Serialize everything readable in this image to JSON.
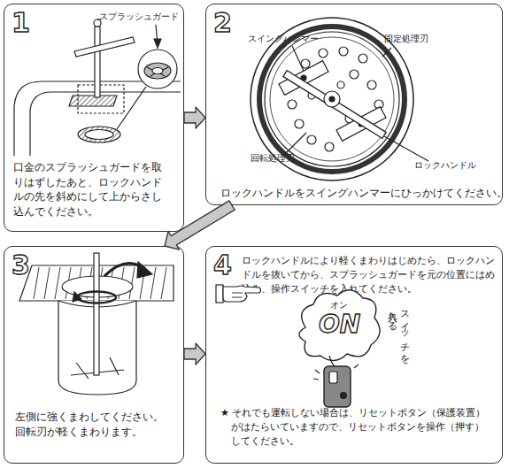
{
  "diagram": {
    "nodes": [
      {
        "text": [
          "1",
          "口金のスプラッシュガードを取 りはずしたあと、ロックハンド ルの先を斜めにして上からさし 込んでください。"
        ]
      },
      {
        "text": [
          "2",
          "ロックハンドルをスイングハンマーにひっかけてください。"
        ]
      },
      {
        "text": [
          "3",
          "左側に強くまわしてください。 回転刃が軽くまわります。"
        ]
      },
      {
        "text": [
          "4",
          "ロックハンドルにより軽くまわりはじめたら、ロックハン ドルを抜いてから、スプラッシュガードを元の位置にはめ 込み、操作スイッチを入れてください。",
          "★ それでも運転しない場合は、リセットボタン（保護装置） がはたらいていますので、リセットボタンを操作（押す） してください。"
        ]
      }
    ],
    "edges": [
      {
        "from": 0,
        "to": 1,
        "arrow": "to"
      },
      {
        "from": 1,
        "to": 2,
        "arrow": "to"
      },
      {
        "from": 2,
        "to": 3,
        "arrow": "to"
      }
    ],
    "labels": [
      "スプラッシュガード",
      "スイングハンマー",
      "固定処理刃",
      "回転処理刃",
      "ロックハンドル",
      "オン",
      "ON",
      "スイッチを 入れる"
    ]
  }
}
